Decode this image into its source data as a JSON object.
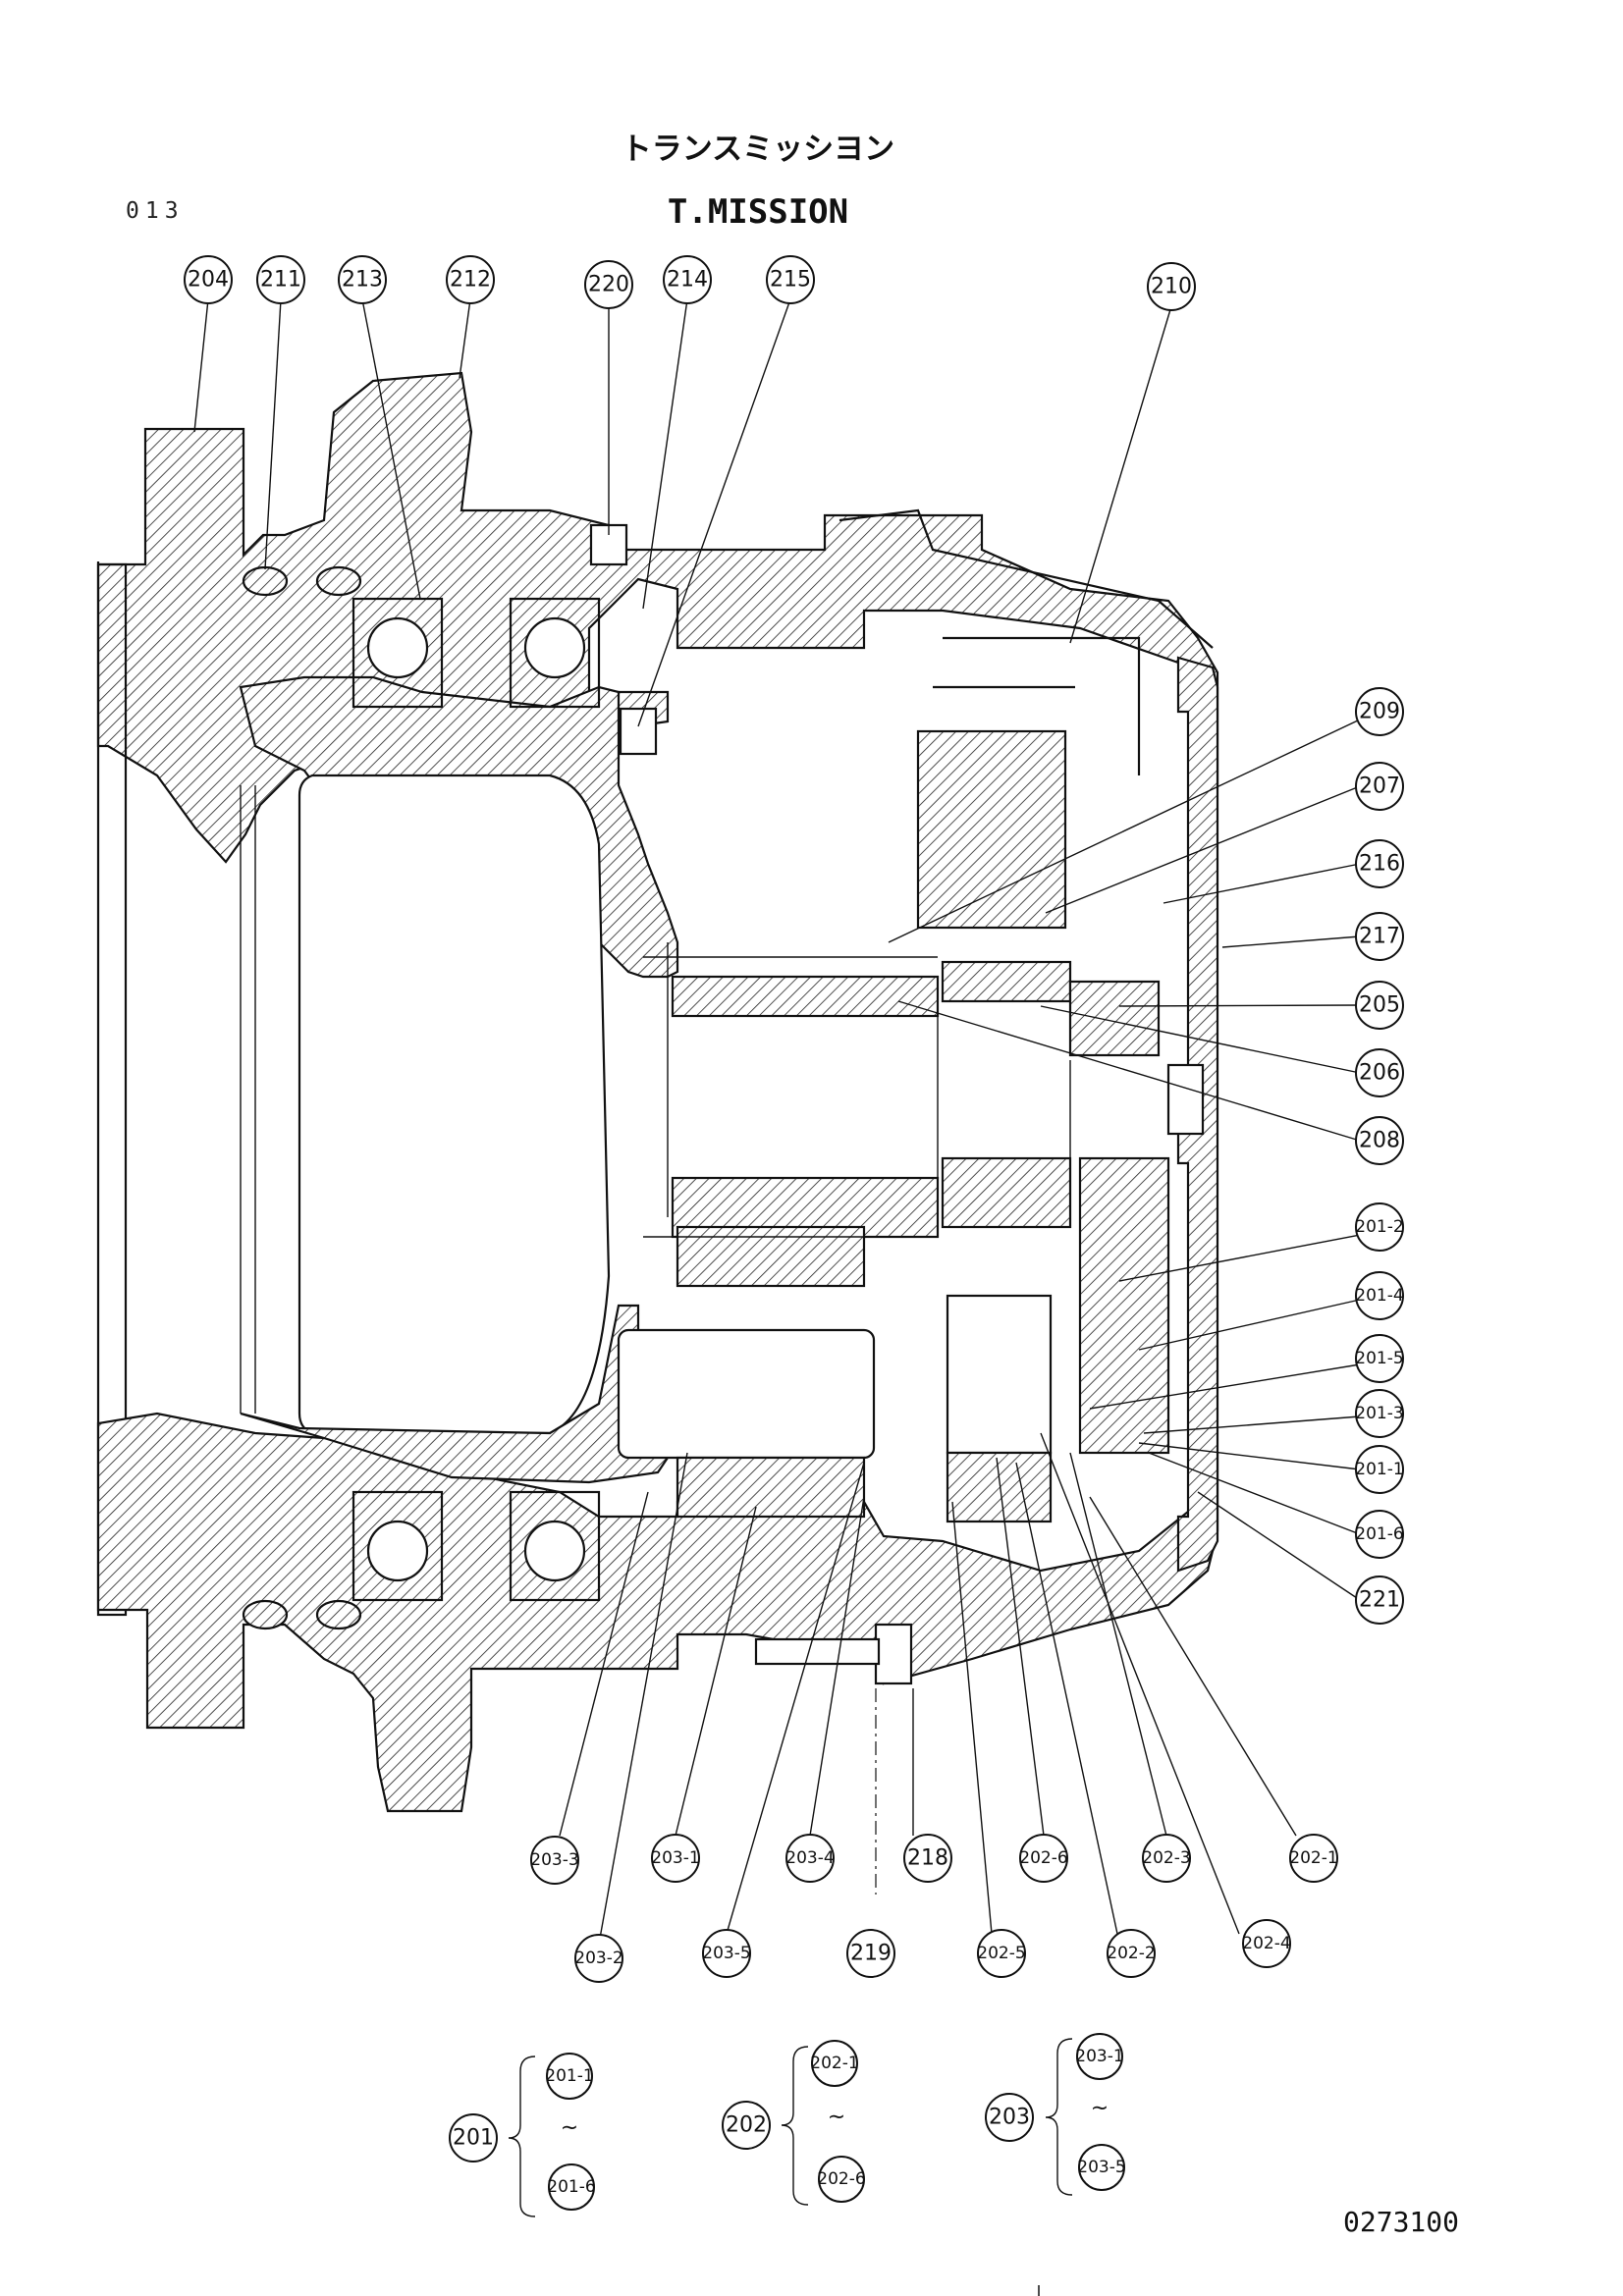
{
  "header": {
    "title_jp": "トランスミッシヨン",
    "title_en": "T.MISSION",
    "page_no": "013"
  },
  "footer": {
    "drawing_no": "0273100"
  },
  "callouts": [
    "204",
    "211",
    "213",
    "212",
    "220",
    "214",
    "215",
    "210",
    "209",
    "207",
    "216",
    "217",
    "205",
    "206",
    "208",
    "201-2",
    "201-4",
    "201-5",
    "201-3",
    "201-1",
    "201-6",
    "221",
    "203-3",
    "203-1",
    "203-4",
    "218",
    "202-6",
    "202-3",
    "202-1",
    "203-2",
    "203-5",
    "219",
    "202-5",
    "202-2",
    "202-4"
  ],
  "assemblies": [
    {
      "id": "201",
      "first": "201-1",
      "sep": "~",
      "last": "201-6"
    },
    {
      "id": "202",
      "first": "202-1",
      "sep": "~",
      "last": "202-6"
    },
    {
      "id": "203",
      "first": "203-1",
      "sep": "~",
      "last": "203-5"
    }
  ]
}
